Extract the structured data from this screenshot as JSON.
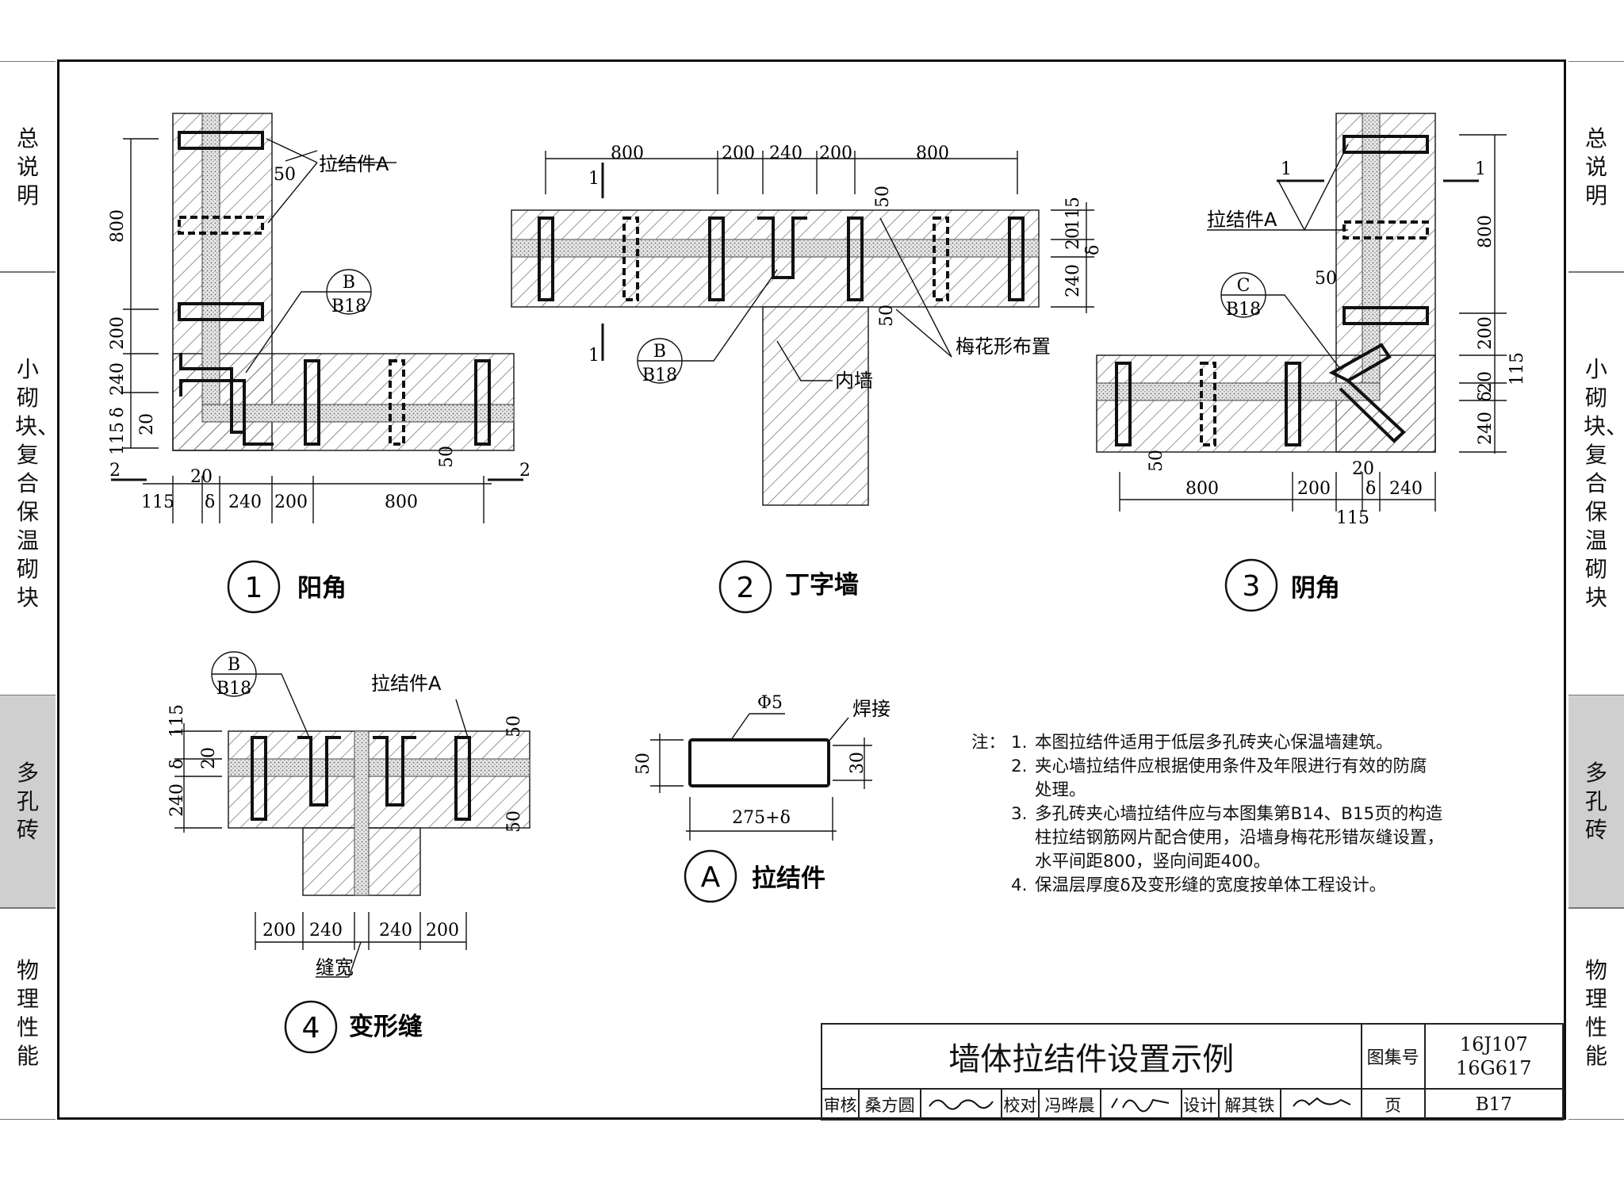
{
  "sidebar_left": [
    {
      "label": "总说明",
      "active": false
    },
    {
      "label": "小砌块、复合保温砌块",
      "active": false
    },
    {
      "label": "多孔砖",
      "active": true
    },
    {
      "label": "物理性能",
      "active": false
    }
  ],
  "sidebar_right": [
    {
      "label": "总说明",
      "active": false
    },
    {
      "label": "小砌块、复合保温砌块",
      "active": false
    },
    {
      "label": "多孔砖",
      "active": true
    },
    {
      "label": "物理性能",
      "active": false
    }
  ],
  "details": {
    "d1": {
      "number": "1",
      "caption": "阳角",
      "tie_label": "拉结件A",
      "ref_top": "B",
      "ref_bottom": "B18",
      "dims_v": [
        "800",
        "200",
        "240",
        "δ",
        "20",
        "115"
      ],
      "dims_h": [
        "115",
        "20",
        "δ",
        "240",
        "200",
        "800"
      ],
      "spacing": "50",
      "section": "2"
    },
    "d2": {
      "number": "2",
      "caption": "丁字墙",
      "ref_top": "B",
      "ref_bottom": "B18",
      "inner_wall": "内墙",
      "pattern": "梅花形布置",
      "dims_h": [
        "800",
        "200",
        "240",
        "200",
        "800"
      ],
      "dims_v": [
        "115",
        "20",
        "δ",
        "240"
      ],
      "spacing": "50",
      "section": "1"
    },
    "d3": {
      "number": "3",
      "caption": "阴角",
      "tie_label": "拉结件A",
      "ref_top": "C",
      "ref_bottom": "B18",
      "dims_v": [
        "800",
        "200",
        "115",
        "20",
        "δ",
        "240"
      ],
      "dims_h": [
        "800",
        "200",
        "20",
        "δ",
        "240",
        "115"
      ],
      "spacing": "50",
      "section": "1"
    },
    "d4": {
      "number": "4",
      "caption": "变形缝",
      "tie_label": "拉结件A",
      "ref_top": "B",
      "ref_bottom": "B18",
      "dims_h": [
        "200",
        "240",
        "240",
        "200"
      ],
      "dims_v": [
        "115",
        "δ",
        "20",
        "240"
      ],
      "spacing": "50",
      "gap": "缝宽"
    },
    "da": {
      "number": "A",
      "caption": "拉结件",
      "bar": "Φ5",
      "weld": "焊接",
      "height": "50",
      "inner_h": "30",
      "length": "275+δ"
    }
  },
  "notes": {
    "head": "注：",
    "items": [
      {
        "n": "1.",
        "lines": [
          "本图拉结件适用于低层多孔砖夹心保温墙建筑。"
        ]
      },
      {
        "n": "2.",
        "lines": [
          "夹心墙拉结件应根据使用条件及年限进行有效的防腐",
          "处理。"
        ]
      },
      {
        "n": "3.",
        "lines": [
          "多孔砖夹心墙拉结件应与本图集第B14、B15页的构造",
          "柱拉结钢筋网片配合使用，沿墙身梅花形错灰缝设置，",
          "水平间距800，竖向间距400。"
        ]
      },
      {
        "n": "4.",
        "lines": [
          "保温层厚度δ及变形缝的宽度按单体工程设计。"
        ]
      }
    ]
  },
  "title_block": {
    "title": "墙体拉结件设置示例",
    "atlas_label": "图集号",
    "atlas_no_1": "16J107",
    "atlas_no_2": "16G617",
    "review_label": "审核",
    "reviewer": "桑方圆",
    "check_label": "校对",
    "checker": "冯晔晨",
    "design_label": "设计",
    "designer": "解其铁",
    "page_label": "页",
    "page": "B17"
  }
}
